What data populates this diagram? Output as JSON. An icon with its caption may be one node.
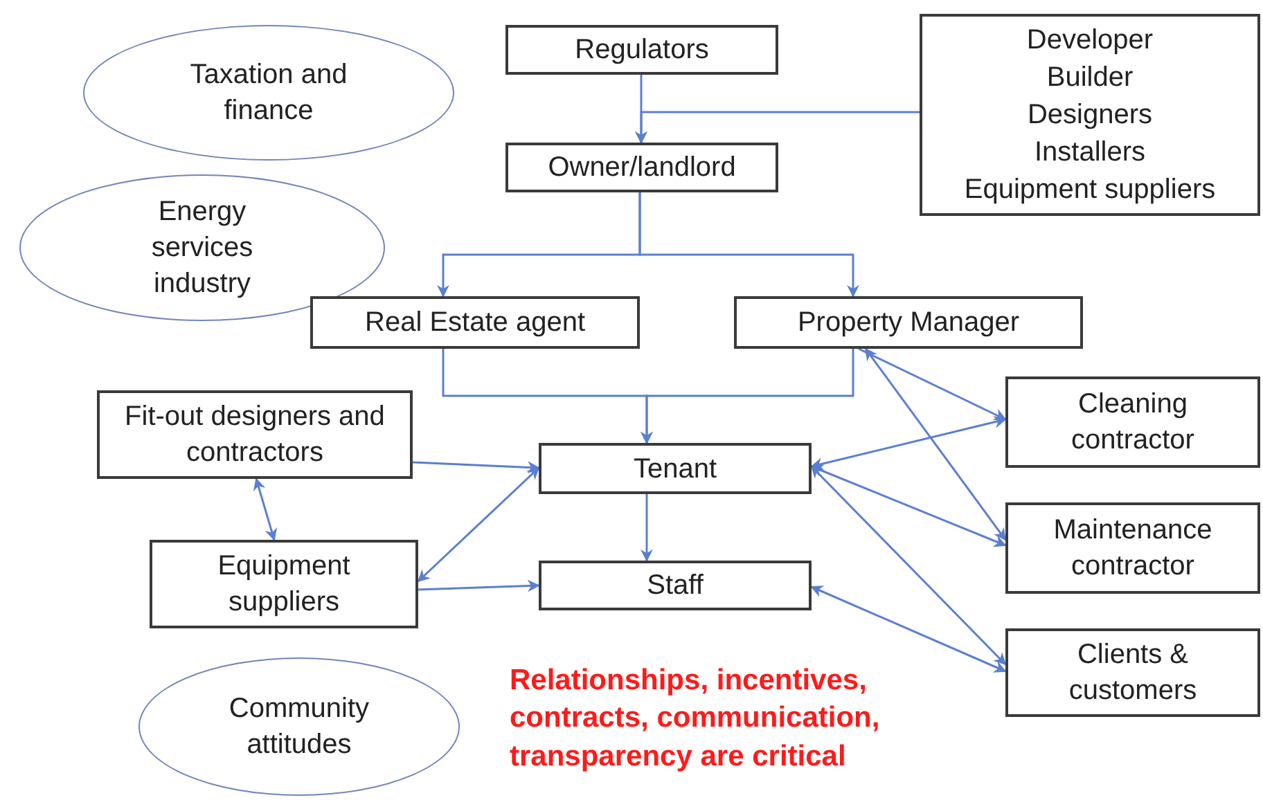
{
  "diagram": {
    "nodes": [
      {
        "text": [
          "Taxation and finance"
        ]
      },
      {
        "text": [
          "Regulators"
        ]
      },
      {
        "text": [
          "Developer",
          "Builder",
          "Designers",
          "Installers",
          "Equipment suppliers"
        ]
      },
      {
        "text": [
          "Energy services industry"
        ]
      },
      {
        "text": [
          "Owner/landlord"
        ]
      },
      {
        "text": [
          "Real Estate agent"
        ]
      },
      {
        "text": [
          "Property Manager"
        ]
      },
      {
        "text": [
          "Fit-out designers and contractors"
        ]
      },
      {
        "text": [
          "Tenant"
        ]
      },
      {
        "text": [
          "Cleaning contractor"
        ]
      },
      {
        "text": [
          "Equipment suppliers"
        ]
      },
      {
        "text": [
          "Staff"
        ]
      },
      {
        "text": [
          "Maintenance contractor"
        ]
      },
      {
        "text": [
          "Clients & customers"
        ]
      },
      {
        "text": [
          "Community attitudes"
        ]
      }
    ],
    "edges": [
      {
        "from": 1,
        "to": 4,
        "arrow": "to"
      },
      {
        "from": 2,
        "to": 4,
        "arrow": "to"
      },
      {
        "from": 4,
        "to": 5,
        "arrow": "to"
      },
      {
        "from": 4,
        "to": 6,
        "arrow": "to"
      },
      {
        "from": 5,
        "to": 8,
        "arrow": "to"
      },
      {
        "from": 6,
        "to": 8,
        "arrow": "to"
      },
      {
        "from": 7,
        "to": 8,
        "arrow": "to"
      },
      {
        "from": 7,
        "to": 10,
        "arrow": "both"
      },
      {
        "from": 10,
        "to": 8,
        "arrow": "both"
      },
      {
        "from": 10,
        "to": 11,
        "arrow": "to"
      },
      {
        "from": 8,
        "to": 11,
        "arrow": "to"
      },
      {
        "from": 6,
        "to": 9,
        "arrow": "to"
      },
      {
        "from": 6,
        "to": 12,
        "arrow": "both"
      },
      {
        "from": 8,
        "to": 9,
        "arrow": "both"
      },
      {
        "from": 8,
        "to": 12,
        "arrow": "both"
      },
      {
        "from": 8,
        "to": 13,
        "arrow": "both"
      },
      {
        "from": 11,
        "to": 13,
        "arrow": "both"
      }
    ],
    "labels": [
      "Relationships, incentives, contracts, communication, transparency are critical"
    ]
  }
}
